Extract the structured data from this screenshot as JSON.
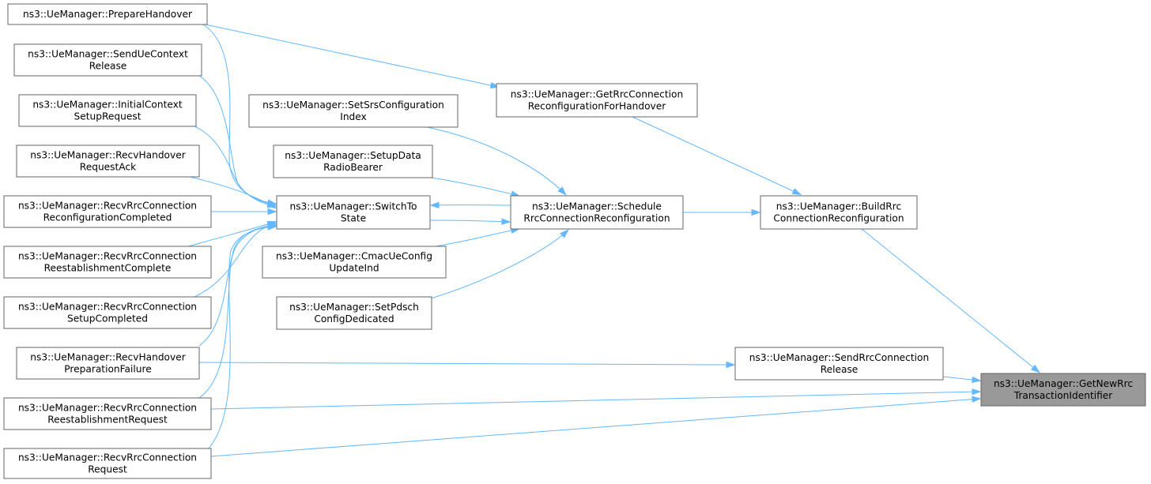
{
  "graph": {
    "nodes": [
      {
        "id": "prepareHandover",
        "lines": [
          "ns3::UeManager::PrepareHandover"
        ]
      },
      {
        "id": "sendUeContextRelease",
        "lines": [
          "ns3::UeManager::SendUeContext",
          "Release"
        ]
      },
      {
        "id": "initialContextSetupRequest",
        "lines": [
          "ns3::UeManager::InitialContext",
          "SetupRequest"
        ]
      },
      {
        "id": "recvHandoverRequestAck",
        "lines": [
          "ns3::UeManager::RecvHandover",
          "RequestAck"
        ]
      },
      {
        "id": "recvRrcConnReconfCompleted",
        "lines": [
          "ns3::UeManager::RecvRrcConnection",
          "ReconfigurationCompleted"
        ]
      },
      {
        "id": "recvRrcConnReestabComplete",
        "lines": [
          "ns3::UeManager::RecvRrcConnection",
          "ReestablishmentComplete"
        ]
      },
      {
        "id": "recvRrcConnSetupCompleted",
        "lines": [
          "ns3::UeManager::RecvRrcConnection",
          "SetupCompleted"
        ]
      },
      {
        "id": "recvHandoverPrepFailure",
        "lines": [
          "ns3::UeManager::RecvHandover",
          "PreparationFailure"
        ]
      },
      {
        "id": "recvRrcConnReestabRequest",
        "lines": [
          "ns3::UeManager::RecvRrcConnection",
          "ReestablishmentRequest"
        ]
      },
      {
        "id": "recvRrcConnRequest",
        "lines": [
          "ns3::UeManager::RecvRrcConnection",
          "Request"
        ]
      },
      {
        "id": "switchToState",
        "lines": [
          "ns3::UeManager::SwitchTo",
          "State"
        ]
      },
      {
        "id": "setSrsConfigIndex",
        "lines": [
          "ns3::UeManager::SetSrsConfiguration",
          "Index"
        ]
      },
      {
        "id": "setupDataRadioBearer",
        "lines": [
          "ns3::UeManager::SetupData",
          "RadioBearer"
        ]
      },
      {
        "id": "cmacUeConfigUpdateInd",
        "lines": [
          "ns3::UeManager::CmacUeConfig",
          "UpdateInd"
        ]
      },
      {
        "id": "setPdschConfigDedicated",
        "lines": [
          "ns3::UeManager::SetPdsch",
          "ConfigDedicated"
        ]
      },
      {
        "id": "scheduleRrcConnReconf",
        "lines": [
          "ns3::UeManager::Schedule",
          "RrcConnectionReconfiguration"
        ]
      },
      {
        "id": "getRrcConnReconfForHandover",
        "lines": [
          "ns3::UeManager::GetRrcConnection",
          "ReconfigurationForHandover"
        ]
      },
      {
        "id": "buildRrcConnReconf",
        "lines": [
          "ns3::UeManager::BuildRrc",
          "ConnectionReconfiguration"
        ]
      },
      {
        "id": "sendRrcConnRelease",
        "lines": [
          "ns3::UeManager::SendRrcConnection",
          "Release"
        ]
      },
      {
        "id": "getNewRrcTransactionId",
        "lines": [
          "ns3::UeManager::GetNewRrc",
          "TransactionIdentifier"
        ],
        "focus": true
      }
    ],
    "edges": [
      {
        "from": "prepareHandover",
        "to": "getRrcConnReconfForHandover"
      },
      {
        "from": "prepareHandover",
        "to": "switchToState"
      },
      {
        "from": "sendUeContextRelease",
        "to": "switchToState"
      },
      {
        "from": "initialContextSetupRequest",
        "to": "switchToState"
      },
      {
        "from": "recvHandoverRequestAck",
        "to": "switchToState"
      },
      {
        "from": "recvRrcConnReconfCompleted",
        "to": "switchToState"
      },
      {
        "from": "recvRrcConnReestabComplete",
        "to": "switchToState"
      },
      {
        "from": "recvRrcConnSetupCompleted",
        "to": "switchToState"
      },
      {
        "from": "recvHandoverPrepFailure",
        "to": "switchToState"
      },
      {
        "from": "recvRrcConnReestabRequest",
        "to": "switchToState"
      },
      {
        "from": "recvRrcConnRequest",
        "to": "switchToState"
      },
      {
        "from": "scheduleRrcConnReconf",
        "to": "switchToState"
      },
      {
        "from": "switchToState",
        "to": "scheduleRrcConnReconf"
      },
      {
        "from": "setSrsConfigIndex",
        "to": "scheduleRrcConnReconf"
      },
      {
        "from": "setupDataRadioBearer",
        "to": "scheduleRrcConnReconf"
      },
      {
        "from": "cmacUeConfigUpdateInd",
        "to": "scheduleRrcConnReconf"
      },
      {
        "from": "setPdschConfigDedicated",
        "to": "scheduleRrcConnReconf"
      },
      {
        "from": "scheduleRrcConnReconf",
        "to": "buildRrcConnReconf"
      },
      {
        "from": "getRrcConnReconfForHandover",
        "to": "buildRrcConnReconf"
      },
      {
        "from": "buildRrcConnReconf",
        "to": "getNewRrcTransactionId"
      },
      {
        "from": "recvHandoverPrepFailure",
        "to": "sendRrcConnRelease"
      },
      {
        "from": "sendRrcConnRelease",
        "to": "getNewRrcTransactionId"
      },
      {
        "from": "recvRrcConnReestabRequest",
        "to": "getNewRrcTransactionId"
      },
      {
        "from": "recvRrcConnRequest",
        "to": "getNewRrcTransactionId"
      }
    ],
    "colors": {
      "edge": "#63b8ff",
      "node_border": "#666666",
      "focus_fill": "#999999"
    }
  }
}
